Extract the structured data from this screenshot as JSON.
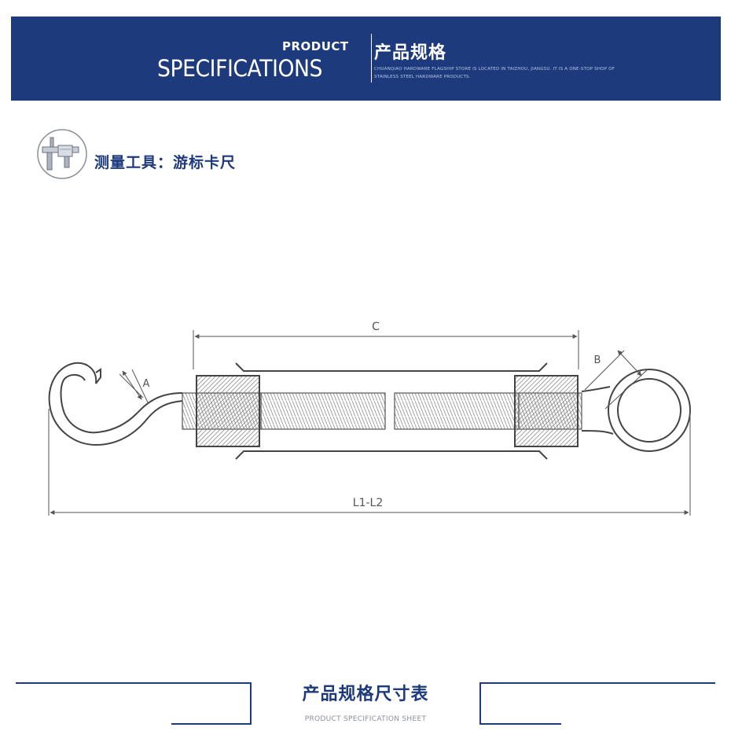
{
  "banner": {
    "en_top": "PRODUCT",
    "en_main": "SPECIFICATIONS",
    "cn_title": "产品规格",
    "small_text": "CHUANQIAO HARDWARE FLAGSHIP STORE IS LOCATED IN TAIZHOU, JIANGSU. IT IS A ONE-STOP SHOP OF STAINLESS STEEL HARDWARE PRODUCTS."
  },
  "tool": {
    "icon": "caliper-icon",
    "label": "测量工具：游标卡尺"
  },
  "diagram": {
    "label_c": "C",
    "label_a": "A",
    "label_b": "B",
    "label_length": "L1-L2"
  },
  "footer": {
    "title": "产品规格尺寸表",
    "subtitle": "PRODUCT SPECIFICATION SHEET"
  },
  "colors": {
    "brand": "#1d3a7c",
    "line": "#555555",
    "hatch": "#8a8a8a"
  }
}
